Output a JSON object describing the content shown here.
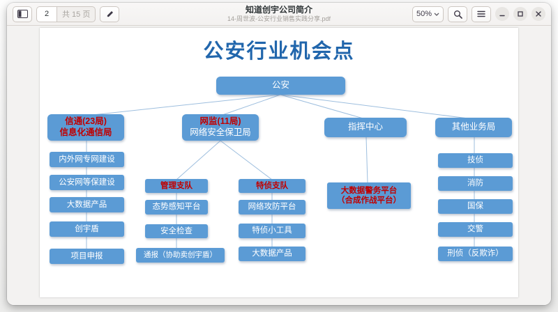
{
  "toolbar": {
    "page_number": "2",
    "page_total": "共 15 页",
    "title": "知道创宇公司简介",
    "filename": "14-周世波-公安行业销售实践分享.pdf",
    "zoom_level": "50%"
  },
  "chart": {
    "type": "org-tree",
    "title": "公安行业机会点",
    "root": "公安",
    "colors": {
      "node_fill": "#5b9bd5",
      "node_text": "#ffffff",
      "highlight_text": "#c00000",
      "connector_line": "#9dbede",
      "title_text": "#2166ac"
    },
    "branches": [
      {
        "line1": "信通(23局)",
        "line2": "信息化通信局",
        "children": [
          "内外网专网建设",
          "公安网等保建设",
          "大数据产品",
          "创宇盾",
          "项目申报"
        ]
      },
      {
        "line1": "网监(11局)",
        "line2": "网络安全保卫局",
        "groups": [
          {
            "label": "管理支队",
            "children": [
              "态势感知平台",
              "安全检查",
              "通报（协助卖创宇盾）"
            ]
          },
          {
            "label": "特侦支队",
            "children": [
              "网络攻防平台",
              "特侦小工具",
              "大数据产品"
            ]
          }
        ]
      },
      {
        "label": "指挥中心",
        "child_line1": "大数据警务平台",
        "child_line2": "（合成作战平台）"
      },
      {
        "label": "其他业务局",
        "children": [
          "技侦",
          "消防",
          "国保",
          "交警",
          "刑侦（反欺诈）"
        ]
      }
    ]
  }
}
